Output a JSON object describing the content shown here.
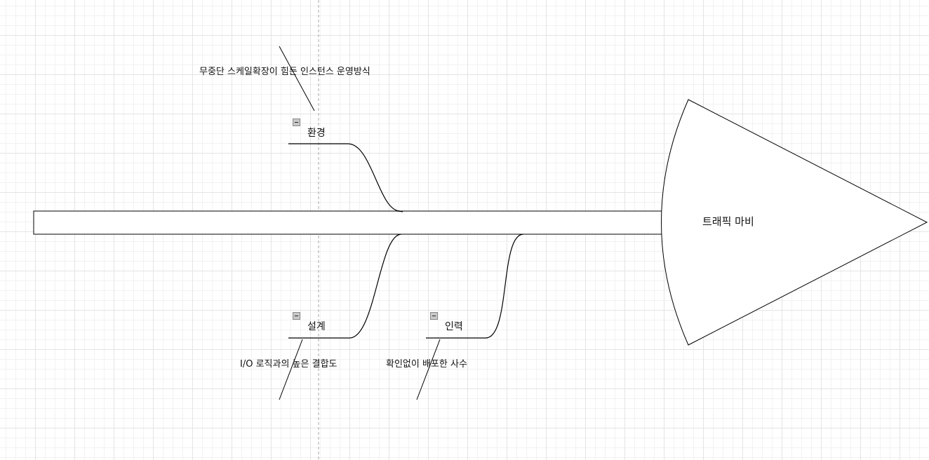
{
  "diagram": {
    "type": "fishbone",
    "head": {
      "label": "트래픽 마비"
    },
    "categories": [
      {
        "key": "env",
        "label": "환경",
        "causes": [
          "무중단 스케일확장이 힘든 인스턴스 운영방식"
        ]
      },
      {
        "key": "design",
        "label": "설계",
        "causes": [
          "I/O 로직과의 높은 결합도"
        ]
      },
      {
        "key": "people",
        "label": "인력",
        "causes": [
          "확인없이 배포한 사수"
        ]
      }
    ]
  },
  "colors": {
    "stroke": "#000000",
    "fill": "#ffffff",
    "grid": "#e4e4e4",
    "guide": "#aaaaaa"
  }
}
